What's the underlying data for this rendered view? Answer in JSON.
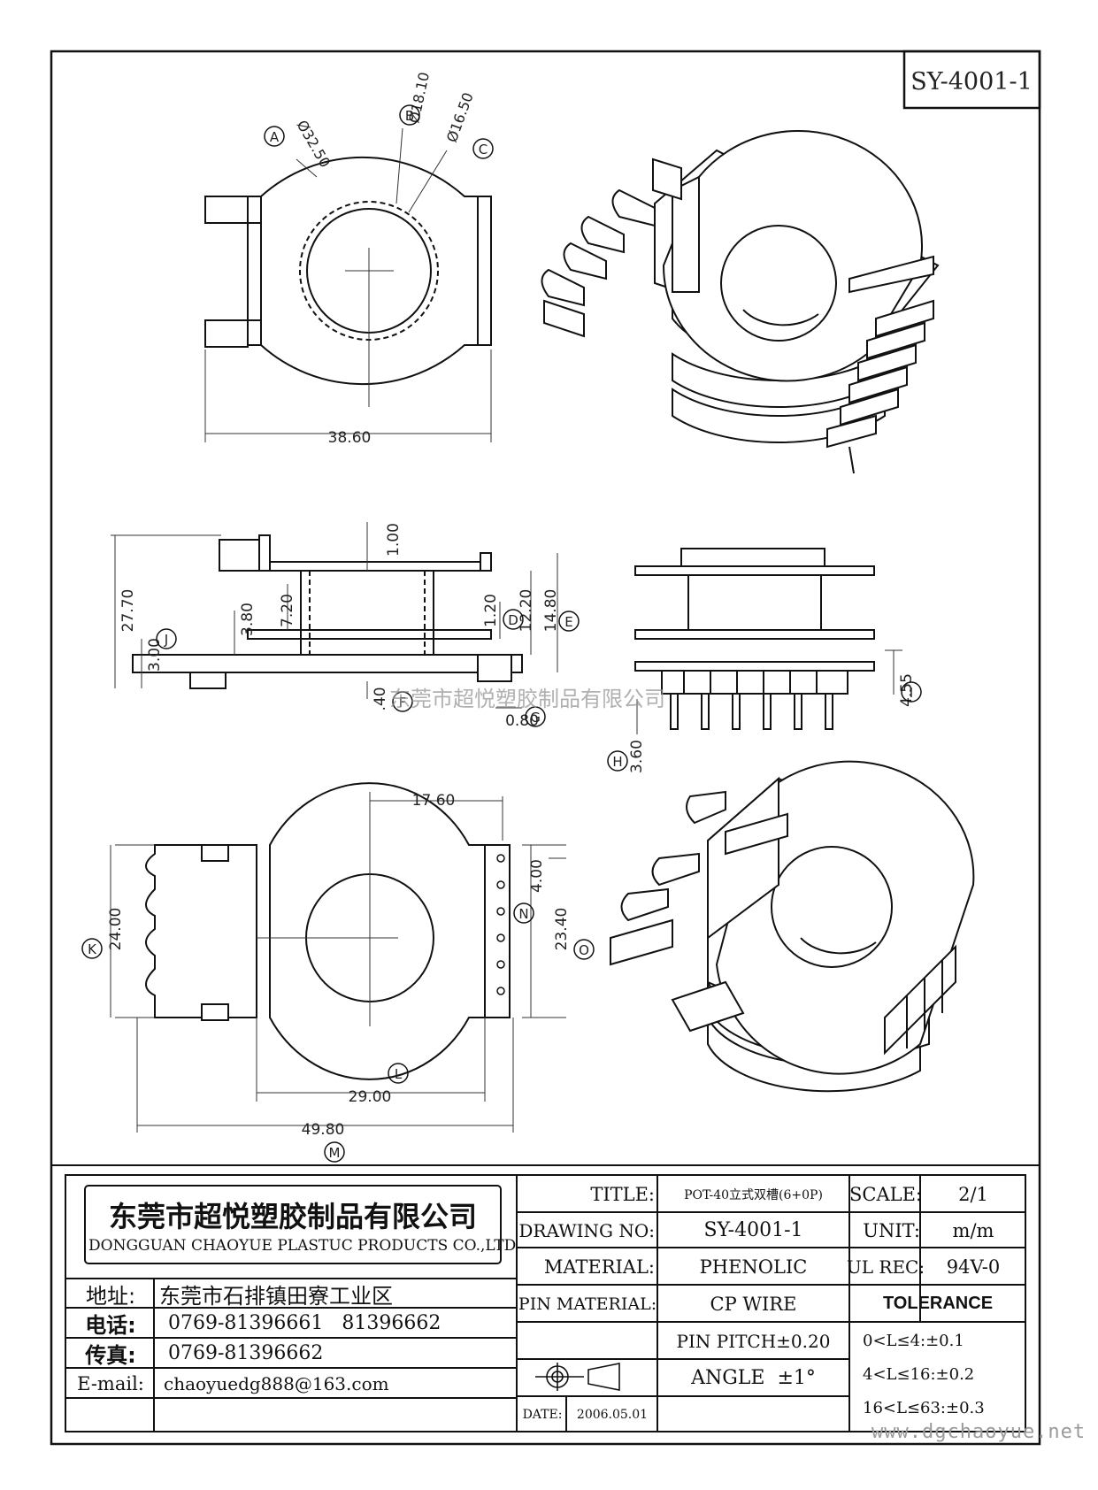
{
  "drawing_code": "SY-4001-1",
  "company": {
    "name_cn": "东莞市超悦塑胶制品有限公司",
    "name_en": "DONGGUAN CHAOYUE PLASTUC PRODUCTS CO.,LTD"
  },
  "contact": {
    "address_label": "地址:",
    "address_value": "东莞市石排镇田寮工业区",
    "phone_label": "电话:",
    "phone_value": "0769-81396661   81396662",
    "fax_label": "传真:",
    "fax_value": "0769-81396662",
    "email_label": "E-mail:",
    "email_value": "chaoyuedg888@163.com"
  },
  "spec": {
    "title_label": "TITLE:",
    "title_value": "POT-40立式双槽(6+0P)",
    "drawing_no_label": "DRAWING NO:",
    "drawing_no_value": "SY-4001-1",
    "material_label": "MATERIAL:",
    "material_value": "PHENOLIC",
    "pin_material_label": "PIN MATERIAL:",
    "pin_material_value": "CP WIRE",
    "pin_pitch": "PIN PITCH±0.20",
    "date_label": "DATE:",
    "date_value": "2006.05.01",
    "angle": "ANGLE  ±1°",
    "scale_label": "SCALE:",
    "scale_value": "2/1",
    "unit_label": "UNIT:",
    "unit_value": "m/m",
    "ul_label": "UL REC:",
    "ul_value": "94V-0",
    "tolerance_label": "TOLERANCE",
    "tolerance_lines": [
      "0<L≤4:±0.1",
      "4<L≤16:±0.2",
      "16<L≤63:±0.3"
    ]
  },
  "watermark_center": "东莞市超悦塑胶制品有限公司",
  "watermark_footer": "www.dgchaoyue.net",
  "dimensions": {
    "A": "A",
    "A_val": "Ø32.50",
    "B": "B",
    "B_val": "Ø18.10",
    "C": "C",
    "C_val": "Ø16.50",
    "top_width": "38.60",
    "d_100": "1.00",
    "d_2770": "27.70",
    "d_720": "7.20",
    "d_380": "3.80",
    "d_300": "3.00",
    "J": "J",
    "d_120": "1.20",
    "D": "D",
    "d_1220": "12.20",
    "d_1480": "14.80",
    "E": "E",
    "d_40": ".40",
    "F": "F",
    "G": "G",
    "d_080": "0.80",
    "d_455": "4.55",
    "I": "I",
    "H": "H",
    "d_360": "3.60",
    "d_1760": "17.60",
    "d_400": "4.00",
    "N": "N",
    "K": "K",
    "d_2400": "24.00",
    "d_2340": "23.40",
    "O": "O",
    "L": "L",
    "d_2900": "29.00",
    "d_4980": "49.80",
    "M": "M"
  }
}
